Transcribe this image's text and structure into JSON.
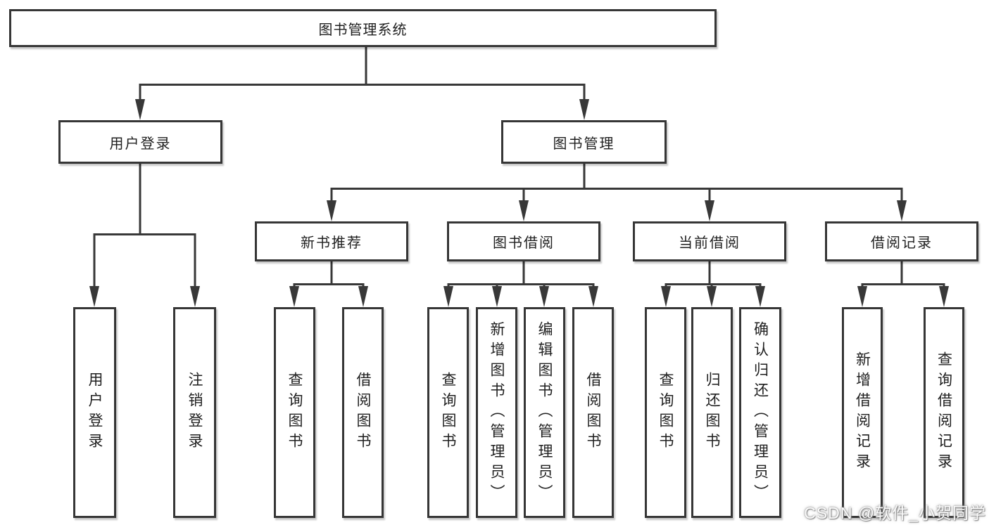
{
  "tree": {
    "root": {
      "label": "图书管理系统"
    },
    "branches": [
      {
        "label": "用户登录",
        "leaves": [
          "用户登录",
          "注销登录"
        ]
      },
      {
        "label": "图书管理",
        "groups": [
          {
            "label": "新书推荐",
            "leaves": [
              "查询图书",
              "借阅图书"
            ]
          },
          {
            "label": "图书借阅",
            "leaves": [
              "查询图书",
              "新增图书（管理员）",
              "编辑图书（管理员）",
              "借阅图书"
            ]
          },
          {
            "label": "当前借阅",
            "leaves": [
              "查询图书",
              "归还图书",
              "确认归还（管理员）"
            ]
          },
          {
            "label": "借阅记录",
            "leaves": [
              "新增借阅记录",
              "查询借阅记录"
            ]
          }
        ]
      }
    ]
  },
  "watermark": "CSDN @软件_小贺同学",
  "colors": {
    "background": "#ffffff",
    "line": "#383838",
    "box_border": "#363636",
    "text": "#1f1f1f",
    "watermark_text": "#ffffff"
  }
}
